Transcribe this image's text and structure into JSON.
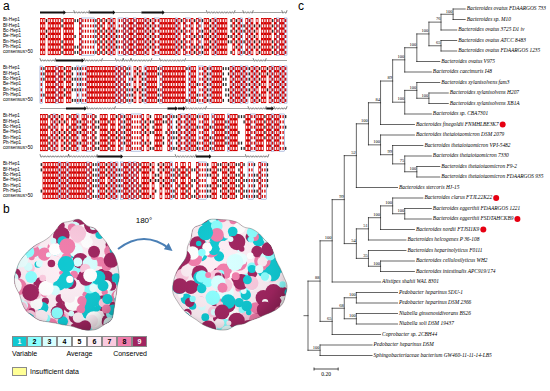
{
  "diagram": {
    "labels": [
      "a",
      "b",
      "c",
      "Bt-Hep1",
      "Bf-Hep1",
      "Bc-Hep1",
      "Be-Hep1",
      "Bn-Hep1",
      "Ph-Hep1",
      "consensus>50",
      "Bt-Hep1",
      "Bf-Hep1",
      "Bc-Hep1",
      "Be-Hep1",
      "Bn-Hep1",
      "Ph-Hep1",
      "consensus>50",
      "Bt-Hep1",
      "Bf-Hep1",
      "Bc-Hep1",
      "Be-Hep1",
      "Bn-Hep1",
      "Ph-Hep1",
      "consensus>50",
      "Bt-Hep1",
      "Bf-Hep1",
      "Bc-Hep1",
      "Be-Hep1",
      "Bn-Hep1",
      "Ph-Hep1",
      "consensus>50",
      "180°",
      "Variable",
      "Average",
      "Conserved",
      "Bacteroides ovatus FDAARGOS 733",
      "Bacteroides sp. M10",
      "Bacteroides ovatus 3725 D1 iv",
      "Bacteroides ovatus ATCC 8483",
      "Bacteroides ovatus FDAARGOS 1235",
      "Bacteroides ovatus V975",
      "Bacteroides caecimuris I48",
      "Bacteroides xylanisolvens fam3",
      "Bacteroides xylanisolvens H207",
      "Bacteroides xylanisolvens XB1A",
      "Bacteroides sp. CBA7301",
      "Bacteroides finegoldii FNMHLBE3K7",
      "Bacteroides thetaiotaomicron DSM 2079",
      "Bacteroides thetaiotaomicron VPI-5482",
      "Bacteroides thetaiotaomicron 7330",
      "Bacteroides thetaiotaomicron F9-2",
      "Bacteroides thetaiotaomicron FDAARGOS 935",
      "Bacteroides stercoris HJ-15",
      "Bacteroides clarus FTJL22K22",
      "Bacteroides eggerthii FDAARGOS 1221",
      "Bacteroides eggerthii FSDTAHCKB9",
      "Bacteroides nordii FTJSI1K9",
      "Bacteroides helcogenes P 36-108",
      "Bacteroides heparinolyticus F0111",
      "Bacteroides cellulosilyticus WH2",
      "Bacteroides intestinalis APC919/174",
      "Alistipes shahii WAL 8301",
      "Pedobacter heparinus SDU-1",
      "Pedobacter heparinus DSM 2366",
      "Niabella ginsenosidivorans BS26",
      "Niabella soli DSM 19437",
      "Coprobacter sp. 2CBH44",
      "Pedobacter heparinus DSM",
      "Sphingobacteriaceae bacterium GW460-11-11-14-LB5",
      "100",
      "76",
      "65",
      "100",
      "100",
      "100",
      "100",
      "100",
      "100",
      "89",
      "84",
      "100",
      "75",
      "99",
      "100",
      "100",
      "52",
      "100",
      "100",
      "100",
      "51",
      "100",
      "35",
      "54",
      "99",
      "100",
      "100",
      "100",
      "68",
      "65",
      "100",
      "88",
      "0.20"
    ],
    "legend": [
      {
        "text": "1",
        "color": "#10c8d1"
      },
      {
        "text": "2",
        "color": "#8cffff"
      },
      {
        "text": "3",
        "color": "#d7ffff"
      },
      {
        "text": "4",
        "color": "#eaffff"
      },
      {
        "text": "5",
        "color": "#ffffff"
      },
      {
        "text": "6",
        "color": "#fcedf4"
      },
      {
        "text": "7",
        "color": "#fac9de"
      },
      {
        "text": "8",
        "color": "#f07dab"
      },
      {
        "text": "9",
        "color": "#a02560"
      },
      {
        "text": "Insufficient data",
        "color": "#ffff96"
      }
    ]
  }
}
